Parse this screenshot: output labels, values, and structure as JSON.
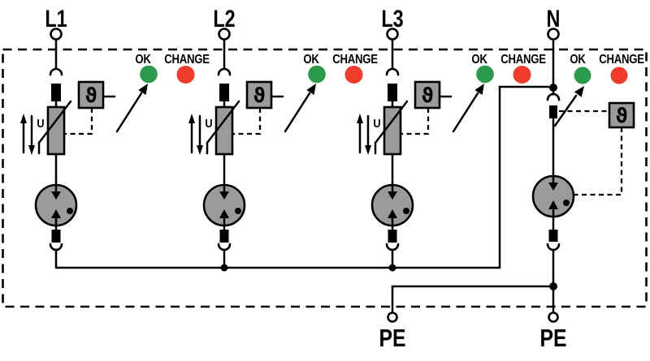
{
  "terminals": {
    "top": [
      "L1",
      "L2",
      "L3",
      "N"
    ],
    "bottom_left": "PE",
    "bottom_right": "PE"
  },
  "indicators": {
    "ok_label": "OK",
    "change_label": "CHANGE",
    "ok_color": "#2B9A4A",
    "change_color": "#F13B2B"
  },
  "symbols": {
    "thermal": "ϑ",
    "voltage_dependence": "U"
  },
  "colors": {
    "component_fill": "#9B9B9B",
    "wire": "#000000",
    "background": "#FFFFFF"
  }
}
